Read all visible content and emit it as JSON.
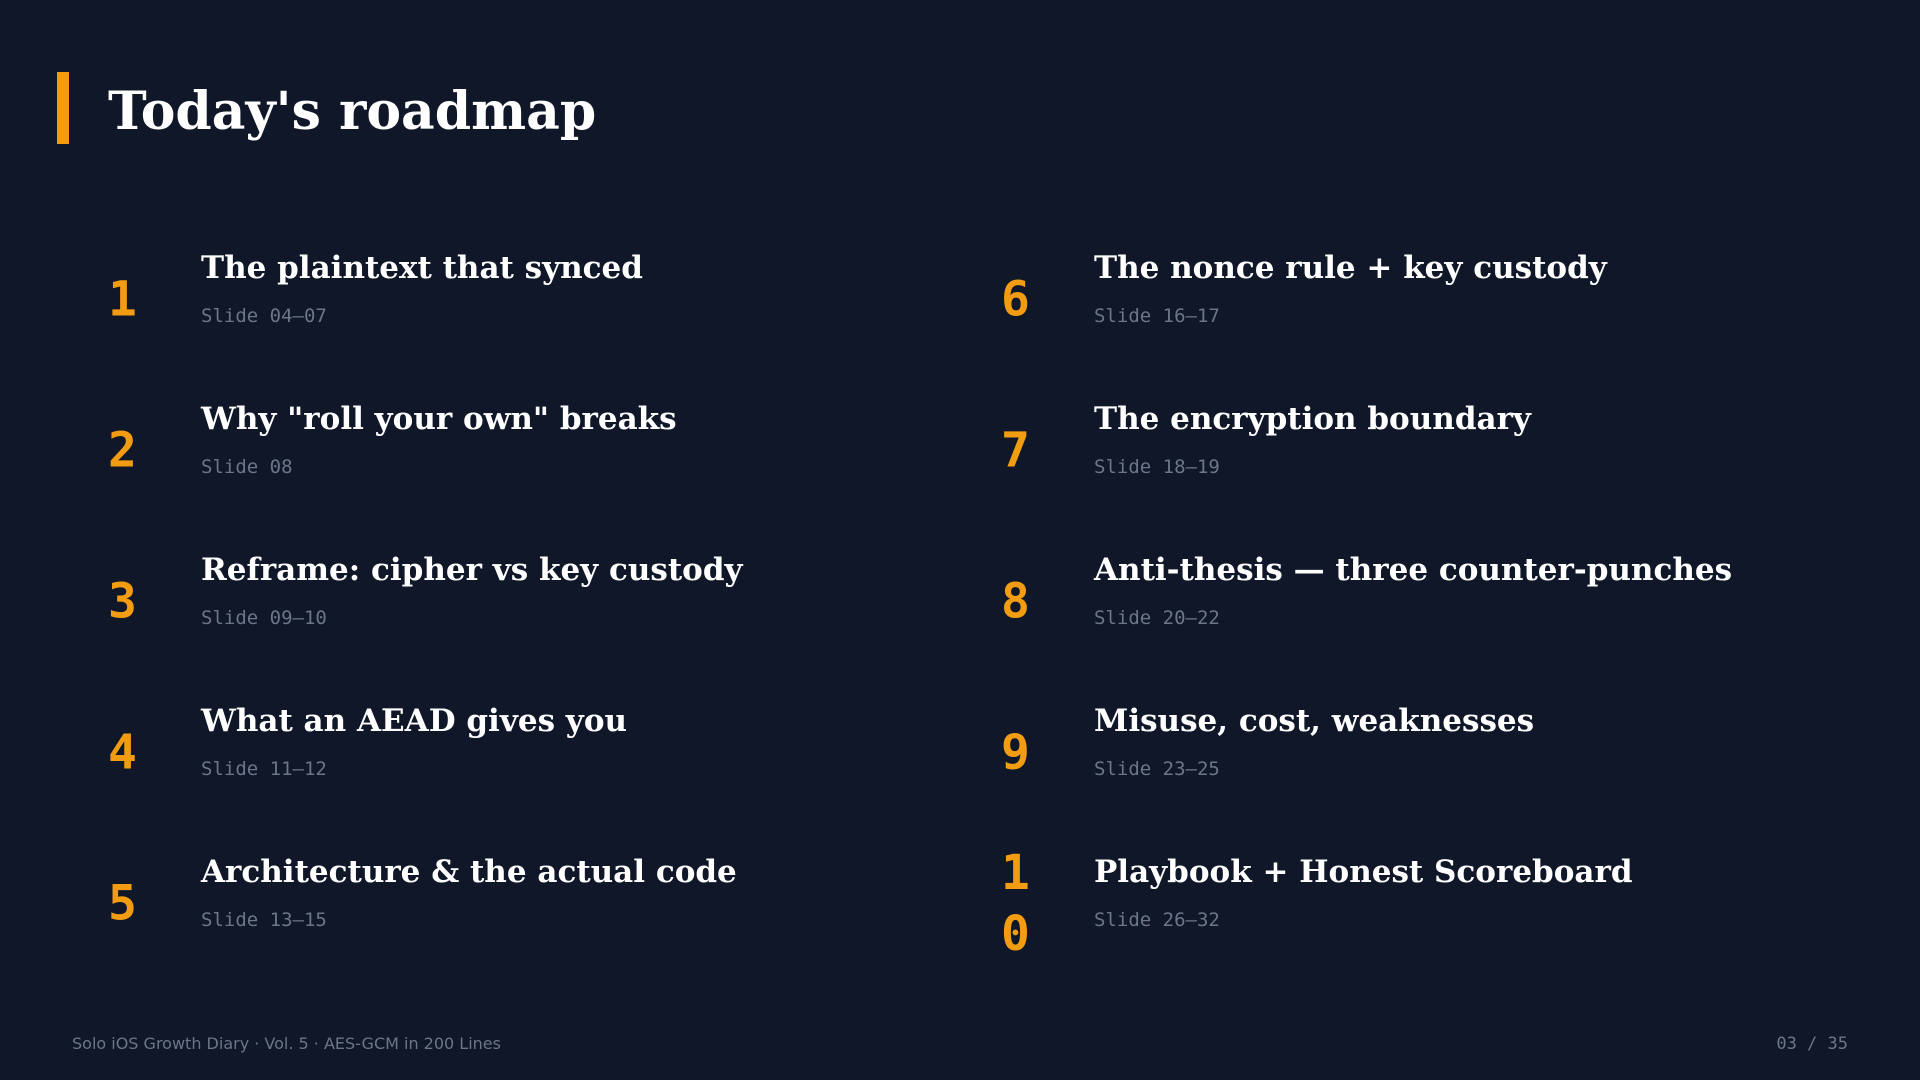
{
  "title": "Today's roadmap",
  "colors": {
    "background": "#0f1729",
    "accent": "#f29c11",
    "heading": "#ffffff",
    "muted": "#6b7689"
  },
  "items": [
    {
      "number": "1",
      "heading": "The plaintext that synced",
      "slides": "Slide 04–07"
    },
    {
      "number": "2",
      "heading": "Why \"roll your own\" breaks",
      "slides": "Slide 08"
    },
    {
      "number": "3",
      "heading": "Reframe: cipher vs key custody",
      "slides": "Slide 09–10"
    },
    {
      "number": "4",
      "heading": "What an AEAD gives you",
      "slides": "Slide 11–12"
    },
    {
      "number": "5",
      "heading": "Architecture & the actual code",
      "slides": "Slide 13–15"
    },
    {
      "number": "6",
      "heading": "The nonce rule + key custody",
      "slides": "Slide 16–17"
    },
    {
      "number": "7",
      "heading": "The encryption boundary",
      "slides": "Slide 18–19"
    },
    {
      "number": "8",
      "heading": "Anti-thesis — three counter-punches",
      "slides": "Slide 20–22"
    },
    {
      "number": "9",
      "heading": "Misuse, cost, weaknesses",
      "slides": "Slide 23–25"
    },
    {
      "number": "10",
      "heading": "Playbook + Honest Scoreboard",
      "slides": "Slide 26–32"
    }
  ],
  "footer": {
    "deck_name": "Solo iOS Growth Diary · Vol. 5 · AES-GCM in 200 Lines",
    "page_indicator": "03 / 35"
  }
}
